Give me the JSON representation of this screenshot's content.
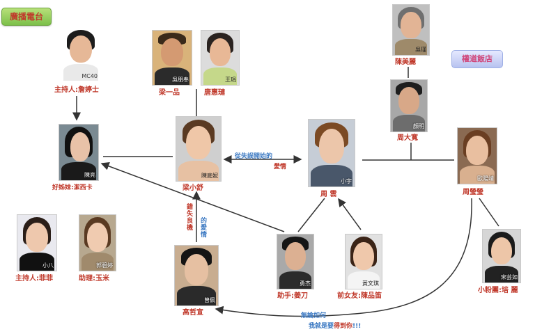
{
  "labels": {
    "radio_station": "廣播電台",
    "hotel": "權道飯店"
  },
  "people": [
    {
      "id": "host-a",
      "role": "主持人",
      "name": "詹婷士",
      "caption": "MC40",
      "label": "主持人:詹婷士"
    },
    {
      "id": "liang-yipin",
      "name": "梁一品",
      "caption": "吳朋奉",
      "label": "梁一品"
    },
    {
      "id": "tang-huilian",
      "name": "唐惠璉",
      "caption": "王琄",
      "label": "唐惠璉"
    },
    {
      "id": "chen-meili",
      "name": "陳美麗",
      "caption": "吳瑾",
      "label": "陳美麗"
    },
    {
      "id": "zhou-dakuan",
      "name": "周大寬",
      "caption": "顏明",
      "label": "周大寬"
    },
    {
      "id": "sister-jessica",
      "role": "好姊妹",
      "name": "潔西卡",
      "caption": "陳亮",
      "label": "好姊妹:潔西卡"
    },
    {
      "id": "liang-xiaoshu",
      "name": "梁小舒",
      "caption": "陳庭妮",
      "label": "梁小舒"
    },
    {
      "id": "zhou-yun",
      "name": "周 雲",
      "caption": "小宇",
      "label": "周 雲"
    },
    {
      "id": "zhou-yingying",
      "name": "周瑩瑩",
      "caption": "歐陽靖",
      "label": "周瑩瑩"
    },
    {
      "id": "host-b",
      "role": "主持人",
      "name": "菲菲",
      "caption": "小八",
      "label": "主持人:菲菲"
    },
    {
      "id": "assistant-yumi",
      "role": "助理",
      "name": "玉米",
      "caption": "郭碧婷",
      "label": "助理:玉米"
    },
    {
      "id": "gao-zhexuan",
      "name": "高哲宣",
      "caption": "曾佩",
      "label": "高哲宣"
    },
    {
      "id": "assistant-sandao",
      "role": "助手",
      "name": "姜刀",
      "caption": "勇杰",
      "label": "助手:姜刀"
    },
    {
      "id": "ex-girlfriend",
      "role": "前女友",
      "name": "陳品笛",
      "caption": "黃文琪",
      "label": "前女友:陳品笛"
    },
    {
      "id": "fan-lili",
      "role": "小粉團",
      "name": "培麗",
      "caption": "宋芸如",
      "label": "小粉團:培 麗"
    }
  ],
  "relations": {
    "love_from_misunderstanding_blue": "從失誤開始的",
    "love_from_misunderstanding_red": "愛情",
    "missed_chance_red": "錯失良機",
    "missed_chance_blue": "的愛情",
    "no_matter_blue": "無論如何",
    "get_you_blue": "我就是要",
    "get_you_red": "得到你",
    "get_you_suffix": "!!!"
  },
  "colors": {
    "name_red": "#c0392b",
    "note_blue": "#3a78c2",
    "line": "#333333"
  }
}
